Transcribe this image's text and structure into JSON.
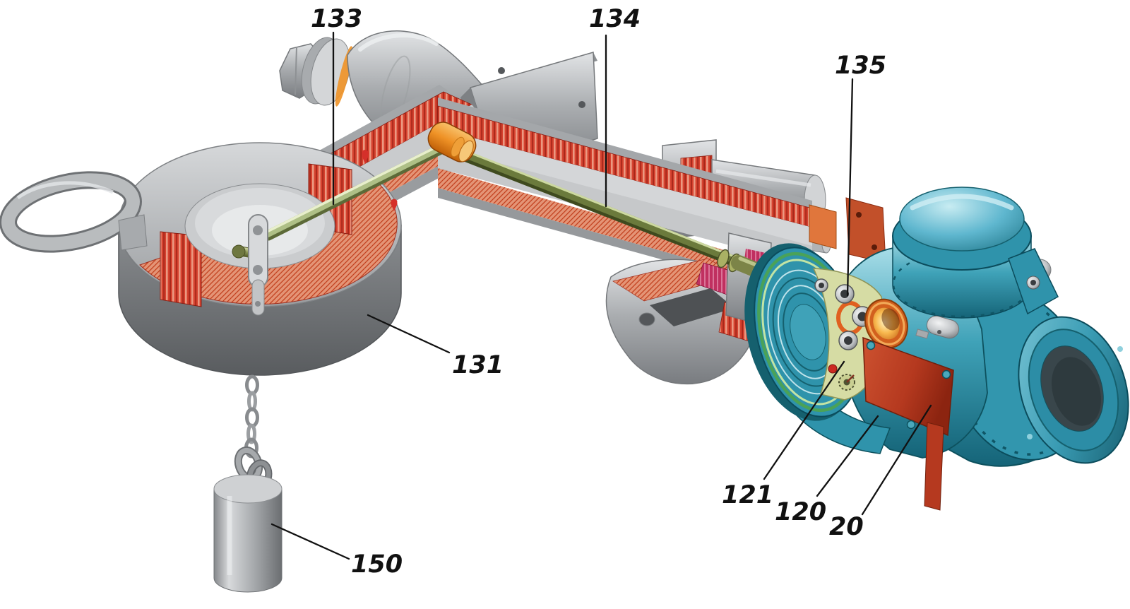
{
  "figure": {
    "kind": "patent-style cutaway technical illustration",
    "background": "#ffffff"
  },
  "callouts": [
    {
      "id": "133",
      "label": "133"
    },
    {
      "id": "134",
      "label": "134"
    },
    {
      "id": "135",
      "label": "135"
    },
    {
      "id": "131",
      "label": "131"
    },
    {
      "id": "121",
      "label": "121"
    },
    {
      "id": "120",
      "label": "120"
    },
    {
      "id": "20",
      "label": "20"
    },
    {
      "id": "150",
      "label": "150"
    }
  ],
  "colors": {
    "figure_bg": "#ffffff",
    "label_ink": "#111111",
    "cut_red": "#d5422f",
    "hatch_salmon": "#e49476",
    "hatch_crimson": "#c03060",
    "metal_light": "#d8dadc",
    "metal_mid": "#a7aaad",
    "metal_dark": "#6f7276",
    "rod_pale": "#aebf86",
    "rod_olive": "#6b7a3c",
    "tee_orange": "#ef9226",
    "housing_teal": "#3fa2b8",
    "housing_teal_dark": "#0d515e",
    "housing_teal_light": "#a8dde8",
    "panel_olive": "#d6dca4",
    "port_orange": "#d2601e",
    "plate_red": "#b5391f"
  }
}
